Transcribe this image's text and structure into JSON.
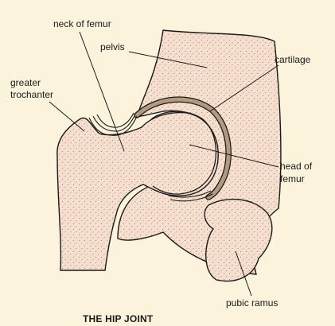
{
  "title": "THE HIP JOINT",
  "labels": {
    "neck_of_femur": "neck of femur",
    "pelvis": "pelvis",
    "cartilage": "cartilage",
    "greater": "greater",
    "trochanter": "trochanter",
    "head_of": "head of",
    "femur": "femur",
    "pubic_ramus": "pubic ramus"
  },
  "colors": {
    "background": "#fbf3dc",
    "bone_fill": "#f5e0cf",
    "stipple": "#b05a4a",
    "cartilage": "#b49a7c",
    "ink": "#1a1a1a"
  }
}
